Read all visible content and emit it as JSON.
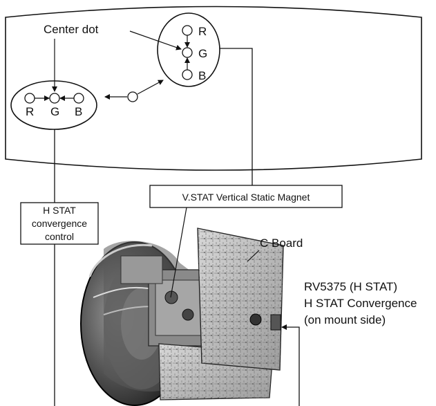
{
  "screen": {
    "center_dot_label": "Center dot",
    "right_group": {
      "top": "R",
      "middle": "G",
      "bottom": "B"
    },
    "left_group": {
      "left": "R",
      "middle": "G",
      "right": "B"
    }
  },
  "labels": {
    "vstat": "V.STAT Vertical Static Magnet",
    "hstat_line1": "H STAT",
    "hstat_line2": "convergence",
    "hstat_line3": "control",
    "c_board": "C Board",
    "rv_line1": "RV5375 (H STAT)",
    "rv_line2": "H STAT Convergence",
    "rv_line3": "(on mount side)"
  }
}
